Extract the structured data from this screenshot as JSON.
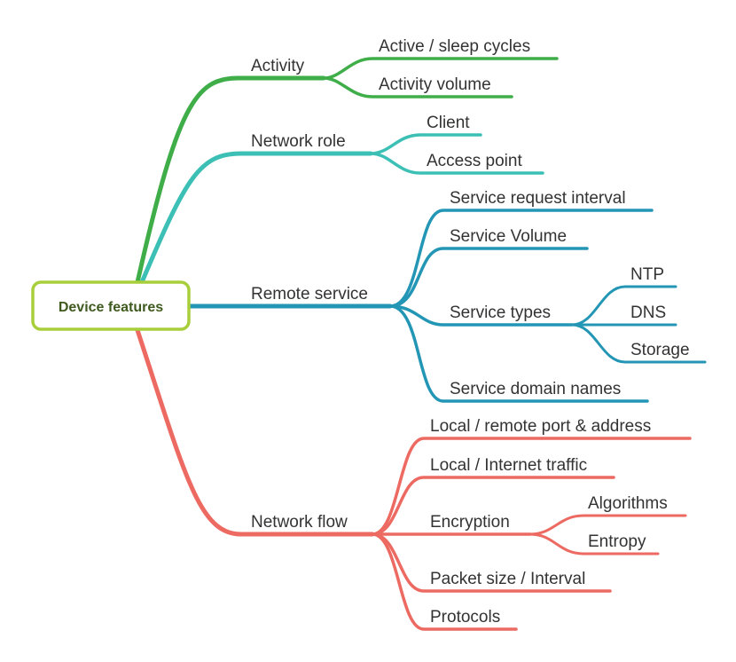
{
  "colors": {
    "activity": "#3fae49",
    "network_role": "#3cc0b5",
    "remote_service": "#2496b5",
    "network_flow": "#ec6a61",
    "root_border": "#a8cf3b",
    "root_text": "#3e5a1e",
    "text": "#333333"
  },
  "mindmap": {
    "root": "Device features",
    "branches": [
      {
        "label": "Activity",
        "children": [
          {
            "label": "Active / sleep cycles"
          },
          {
            "label": "Activity volume"
          }
        ]
      },
      {
        "label": "Network role",
        "children": [
          {
            "label": "Client"
          },
          {
            "label": "Access point"
          }
        ]
      },
      {
        "label": "Remote service",
        "children": [
          {
            "label": "Service request interval"
          },
          {
            "label": "Service Volume"
          },
          {
            "label": "Service types",
            "children": [
              {
                "label": "NTP"
              },
              {
                "label": "DNS"
              },
              {
                "label": "Storage"
              }
            ]
          },
          {
            "label": "Service domain names"
          }
        ]
      },
      {
        "label": "Network flow",
        "children": [
          {
            "label": "Local / remote port & address"
          },
          {
            "label": "Local / Internet traffic"
          },
          {
            "label": "Encryption",
            "children": [
              {
                "label": "Algorithms"
              },
              {
                "label": "Entropy"
              }
            ]
          },
          {
            "label": "Packet size / Interval"
          },
          {
            "label": "Protocols"
          }
        ]
      }
    ]
  }
}
